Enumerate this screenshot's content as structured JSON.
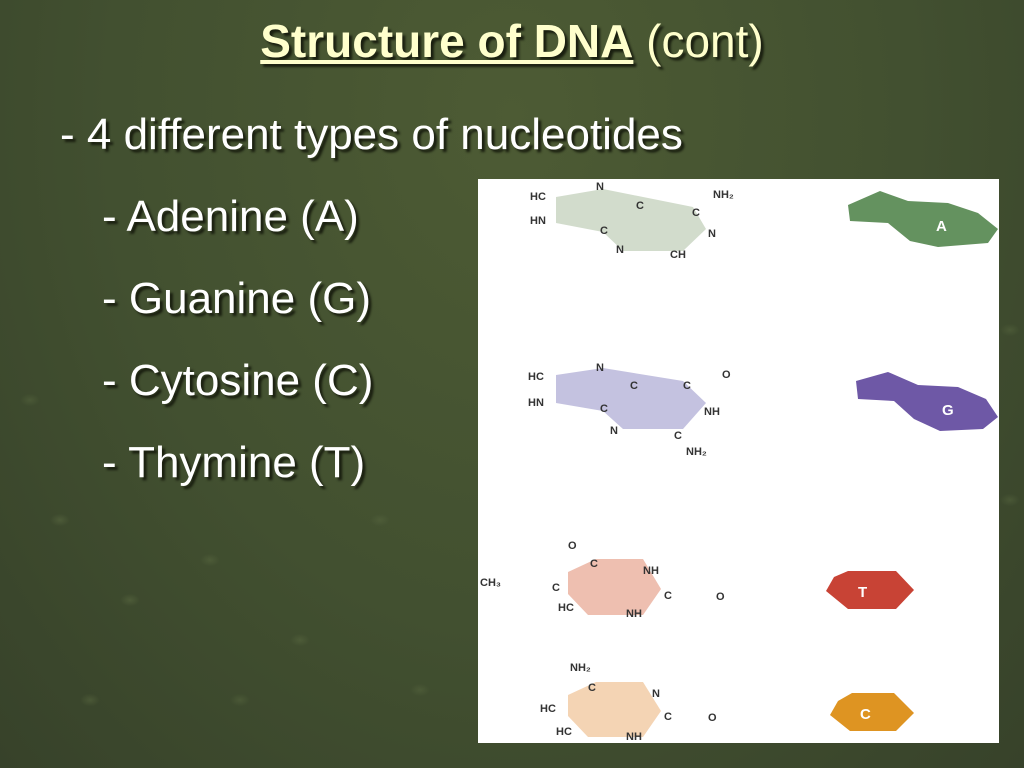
{
  "slide": {
    "title_main": "Structure of DNA",
    "title_rest": "(cont)",
    "bullets": {
      "intro": "- 4 different types of nucleotides",
      "adenine": "- Adenine (A)",
      "guanine": "- Guanine (G)",
      "cytosine": "- Cytosine (C)",
      "thymine": "- Thymine (T)"
    }
  },
  "figure": {
    "adenine": {
      "labels": {
        "hc": "HC",
        "hn": "HN",
        "n_top": "N",
        "c_top": "C",
        "c_left": "C",
        "nh2": "NH₂",
        "c_right": "C",
        "n_right": "N",
        "n_bottom": "N",
        "ch": "CH"
      },
      "tag": "A",
      "ring_color": "#d2dccc",
      "shape_color": "#64925f"
    },
    "guanine": {
      "labels": {
        "hc": "HC",
        "hn": "HN",
        "n_top": "N",
        "c_top": "C",
        "c_left": "C",
        "o": "O",
        "c_right": "C",
        "nh": "NH",
        "n_bottom": "N",
        "c_bottom": "C",
        "nh2": "NH₂"
      },
      "tag": "G",
      "ring_color": "#c4c2e0",
      "shape_color": "#6e58a6"
    },
    "thymine": {
      "labels": {
        "o": "O",
        "c_top": "C",
        "nh": "NH",
        "ch3": "CH₃",
        "c_left": "C",
        "c_right": "C",
        "o2": "O",
        "hc": "HC",
        "nh_bottom": "NH"
      },
      "tag": "T",
      "ring_color": "#eebfb0",
      "shape_color": "#c84335"
    },
    "cytosine": {
      "labels": {
        "nh2": "NH₂",
        "c_top": "C",
        "n": "N",
        "hc": "HC",
        "c_right": "C",
        "o": "O",
        "hc_bottom": "HC",
        "nh": "NH"
      },
      "tag": "C",
      "ring_color": "#f4d4b4",
      "shape_color": "#de9422"
    }
  }
}
